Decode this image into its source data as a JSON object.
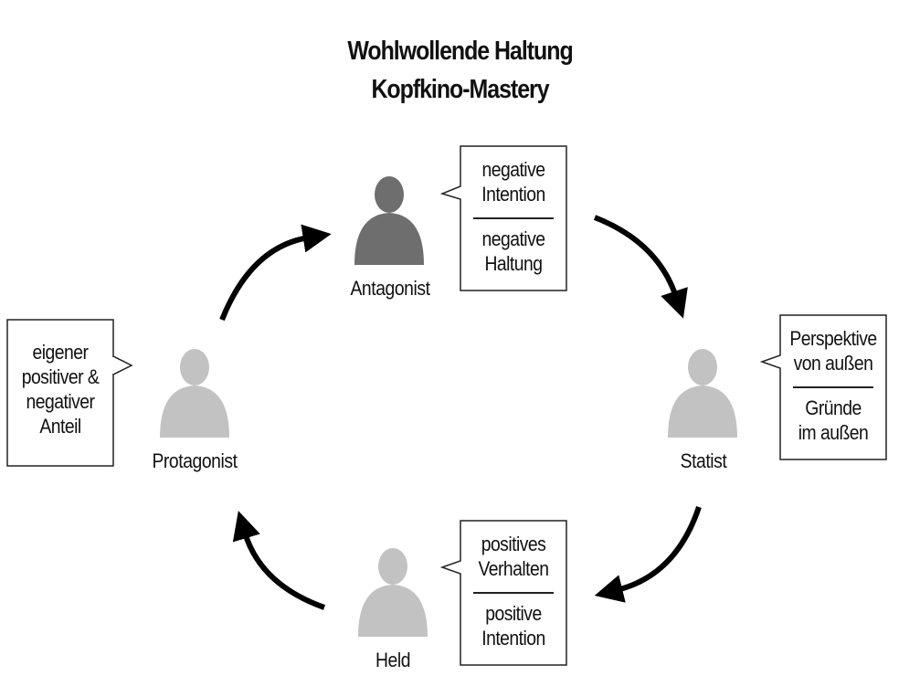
{
  "title": {
    "line1": "Wohlwollende Haltung",
    "line2": "Kopfkino-Mastery"
  },
  "roles": {
    "antagonist": {
      "label": "Antagonist",
      "color": "#6e6e6e",
      "bubble": {
        "top": [
          "negative",
          "Intention"
        ],
        "bottom": [
          "negative",
          "Haltung"
        ]
      }
    },
    "statist": {
      "label": "Statist",
      "color": "#c2c2c2",
      "bubble": {
        "top": [
          "Perspektive",
          "von außen"
        ],
        "bottom": [
          "Gründe",
          "im außen"
        ]
      }
    },
    "held": {
      "label": "Held",
      "color": "#c2c2c2",
      "bubble": {
        "top": [
          "positives",
          "Verhalten"
        ],
        "bottom": [
          "positive",
          "Intention"
        ]
      }
    },
    "protagonist": {
      "label": "Protagonist",
      "color": "#c2c2c2",
      "bubble": {
        "lines": [
          "eigener",
          "positiver &",
          "negativer",
          "Anteil"
        ]
      }
    }
  },
  "colors": {
    "arrow": "#000000",
    "bubble_border": "#222222"
  }
}
